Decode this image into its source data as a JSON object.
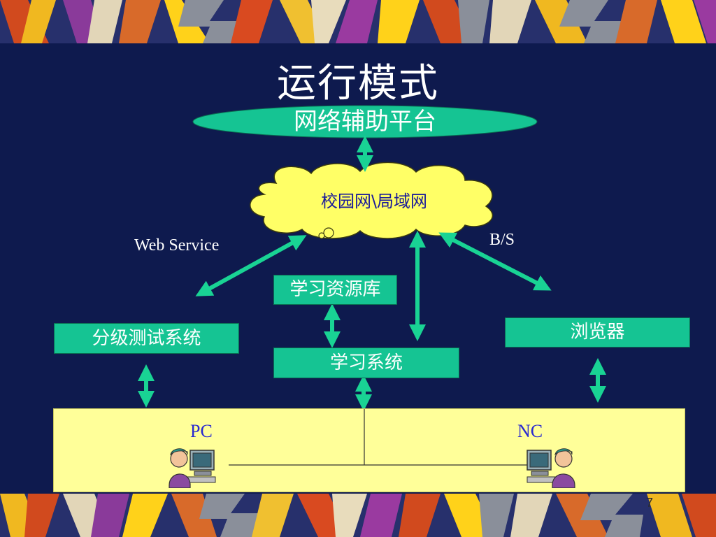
{
  "slide": {
    "title": "运行模式",
    "page_number": "7"
  },
  "diagram": {
    "platform": "网络辅助平台",
    "network": "校园网\\局域网",
    "web_service_label": "Web Service",
    "bs_label": "B/S",
    "resource_library": "学习资源库",
    "graded_test_system": "分级测试系统",
    "learning_system": "学习系统",
    "browser": "浏览器",
    "pc_label": "PC",
    "nc_label": "NC"
  },
  "colors": {
    "background": "#0e1a4e",
    "box_green": "#15c493",
    "cloud_yellow": "#ffff66",
    "lan_yellow": "#ffff99",
    "arrow_green": "#19d394"
  }
}
